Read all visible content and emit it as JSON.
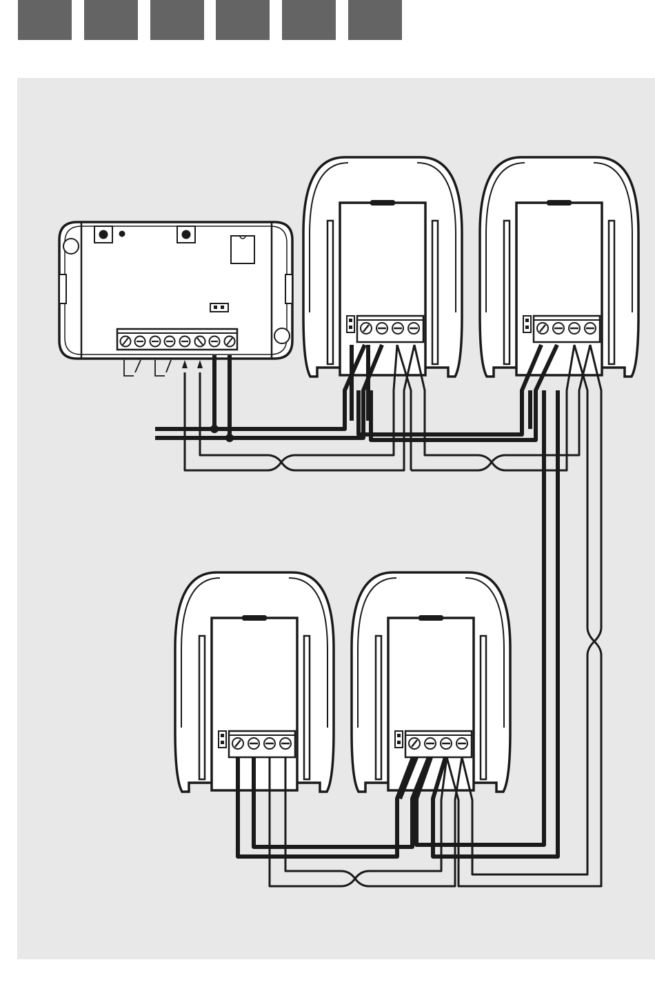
{
  "colors": {
    "tab": "#646464",
    "panel": "#e8e8e8",
    "line": "#1a1a1a",
    "device_fill": "#ffffff"
  },
  "header": {
    "tabs": [
      "",
      "",
      "",
      "",
      "",
      ""
    ]
  },
  "diagram": {
    "controller": {
      "terminal_count": 8,
      "icon": "receiver-icon"
    },
    "photocells": [
      {
        "id": "top-left",
        "terminal_count": 4,
        "icon": "photocell-icon"
      },
      {
        "id": "top-right",
        "terminal_count": 4,
        "icon": "photocell-icon"
      },
      {
        "id": "bottom-left",
        "terminal_count": 4,
        "icon": "photocell-icon"
      },
      {
        "id": "bottom-right",
        "terminal_count": 4,
        "icon": "photocell-icon"
      }
    ]
  }
}
